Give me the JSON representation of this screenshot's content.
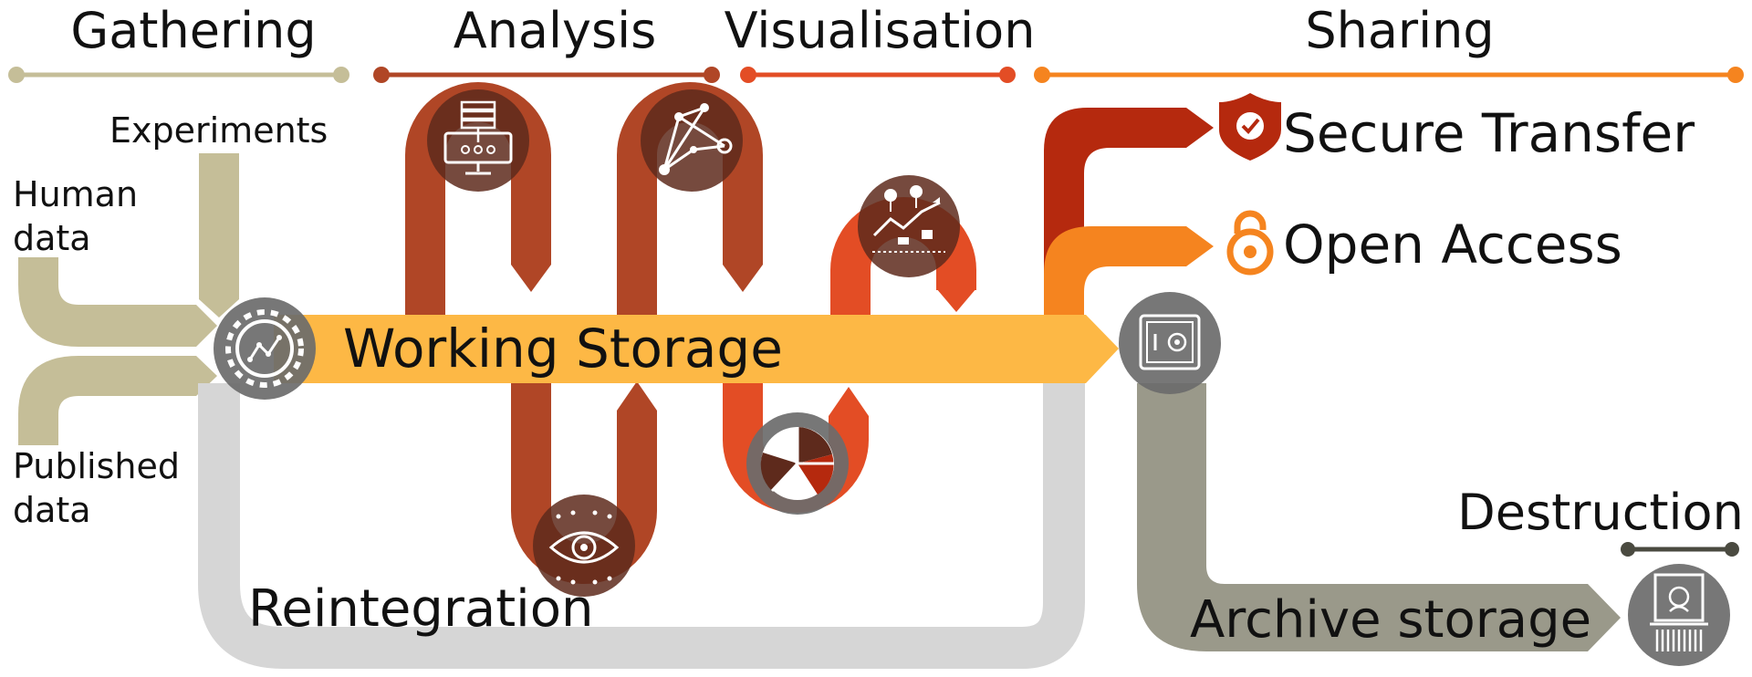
{
  "stages": {
    "gathering": "Gathering",
    "analysis": "Analysis",
    "visualisation": "Visualisation",
    "sharing": "Sharing",
    "destruction": "Destruction"
  },
  "inputs": {
    "experiments": "Experiments",
    "human_data_line1": "Human",
    "human_data_line2": "data",
    "published_data_line1": "Published",
    "published_data_line2": "data"
  },
  "flows": {
    "working_storage": "Working Storage",
    "reintegration": "Reintegration",
    "archive_storage": "Archive storage",
    "secure_transfer": "Secure Transfer",
    "open_access": "Open Access"
  },
  "icons": [
    "gear-chart-icon",
    "data-server-icon",
    "network-graph-icon",
    "eye-scan-icon",
    "pie-chart-icon",
    "trend-chart-icon",
    "safe-vault-icon",
    "shredder-icon",
    "shield-check-icon",
    "open-padlock-icon"
  ],
  "colors": {
    "gathering": "#C5BE98",
    "analysis": "#B04626",
    "visualisation": "#E34D25",
    "sharing": "#F5841F",
    "working_storage": "#FDB845",
    "secure_transfer": "#B5290E",
    "reintegration": "#D6D6D6",
    "archive": "#9A998A",
    "destruction": "#4A4A40",
    "icon_disc": "#6B6B6B"
  }
}
